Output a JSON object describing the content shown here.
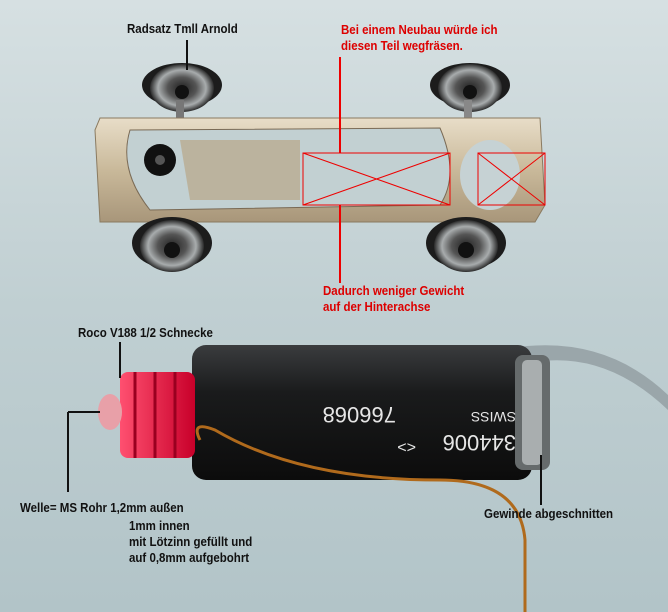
{
  "annotations": {
    "wheelset": "Radsatz Tmll Arnold",
    "redesign_line1": "Bei einem Neubau würde ich",
    "redesign_line2": "diesen Teil wegfräsen.",
    "weight_line1": "Dadurch weniger Gewicht",
    "weight_line2": "auf der Hinterachse",
    "worm": "Roco V188 1/2 Schnecke",
    "shaft_line1": "Welle= MS Rohr 1,2mm außen",
    "shaft_line2": "1mm innen",
    "shaft_line3": "mit Lötzinn gefüllt und",
    "shaft_line4": "auf 0,8mm aufgebohrt",
    "thread": "Gewinde abgeschnitten"
  },
  "motor_print": {
    "number": "766068",
    "brand": "SWISS",
    "code": "344006",
    "symbol": "<>"
  },
  "colors": {
    "annotation_red": "#dd0000",
    "background": "#c4d2d4"
  }
}
